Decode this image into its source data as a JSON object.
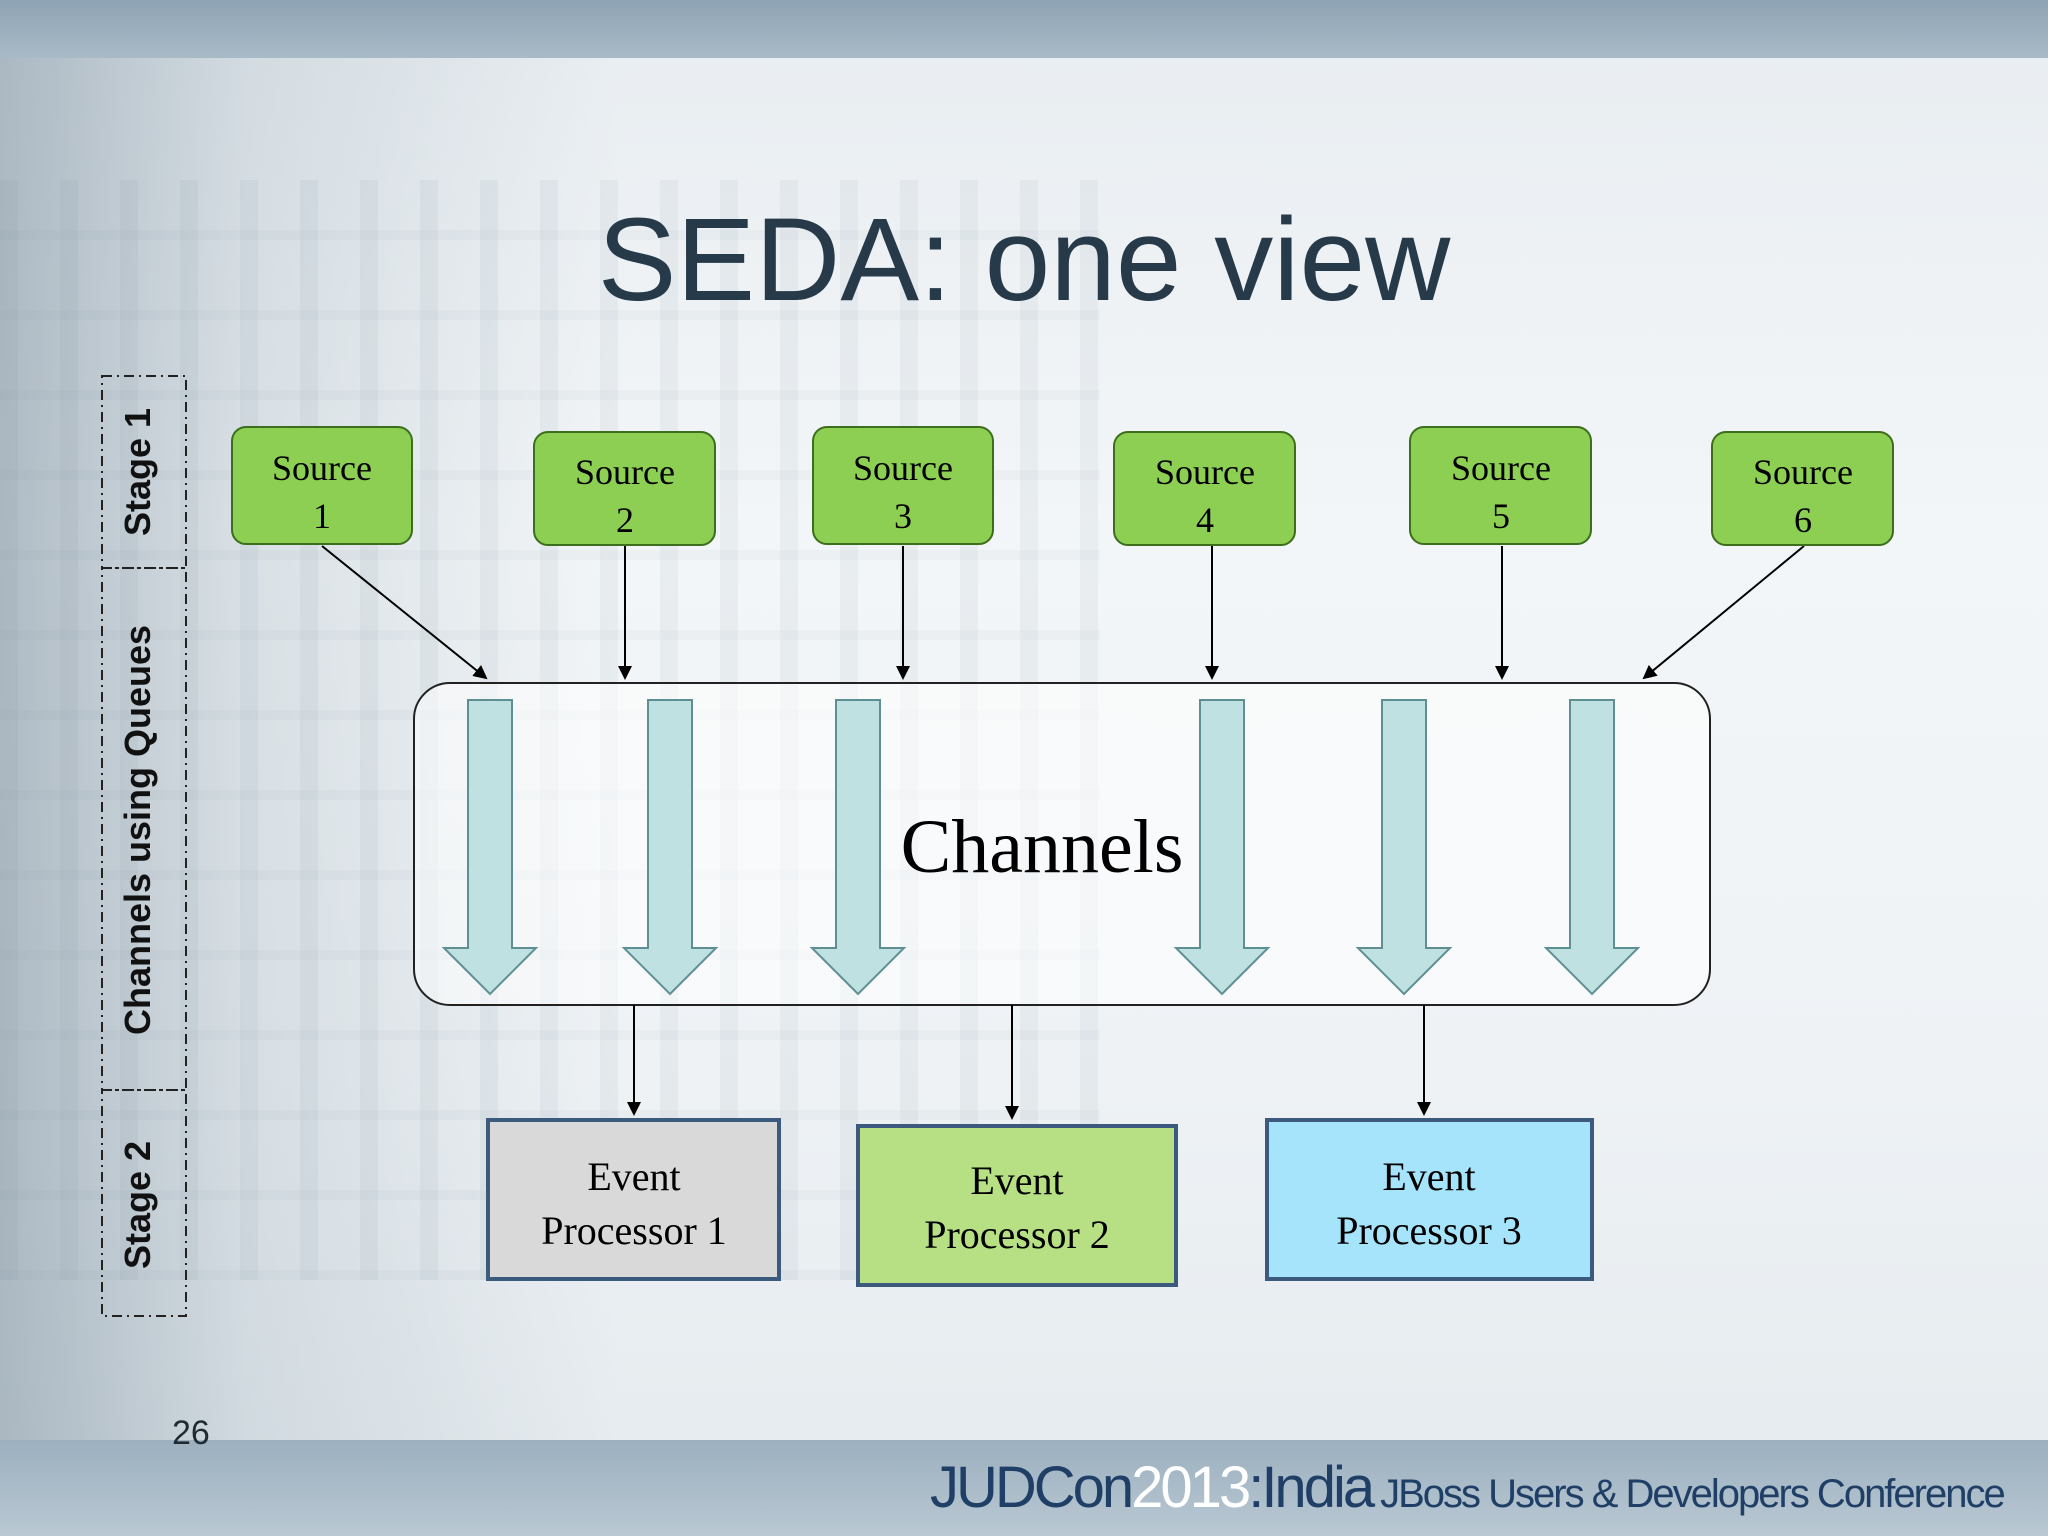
{
  "slide": {
    "title": "SEDA: one view",
    "page_number": "26"
  },
  "stages": [
    {
      "label": "Stage 1"
    },
    {
      "label": "Channels using Queues"
    },
    {
      "label": "Stage 2"
    }
  ],
  "sources": [
    {
      "line1": "Source",
      "line2": "1"
    },
    {
      "line1": "Source",
      "line2": "2"
    },
    {
      "line1": "Source",
      "line2": "3"
    },
    {
      "line1": "Source",
      "line2": "4"
    },
    {
      "line1": "Source",
      "line2": "5"
    },
    {
      "line1": "Source",
      "line2": "6"
    }
  ],
  "channels": {
    "label": "Channels"
  },
  "processors": [
    {
      "line1": "Event",
      "line2": "Processor 1",
      "fill": "#d9d9d9"
    },
    {
      "line1": "Event",
      "line2": "Processor 2",
      "fill": "#b6e083"
    },
    {
      "line1": "Event",
      "line2": "Processor 3",
      "fill": "#a6e4fb"
    }
  ],
  "footer": {
    "judcon": "JUDCon",
    "year": "2013",
    "india": ":India",
    "tagline": "JBoss Users & Developers Conference"
  },
  "colors": {
    "source_fill": "#8ccf52",
    "source_stroke": "#3c6e1e",
    "channel_arrow_fill": "#bfe1e2",
    "channel_arrow_stroke": "#5f8f93",
    "processor_stroke": "#3c5a7e",
    "title": "#263a4a"
  }
}
